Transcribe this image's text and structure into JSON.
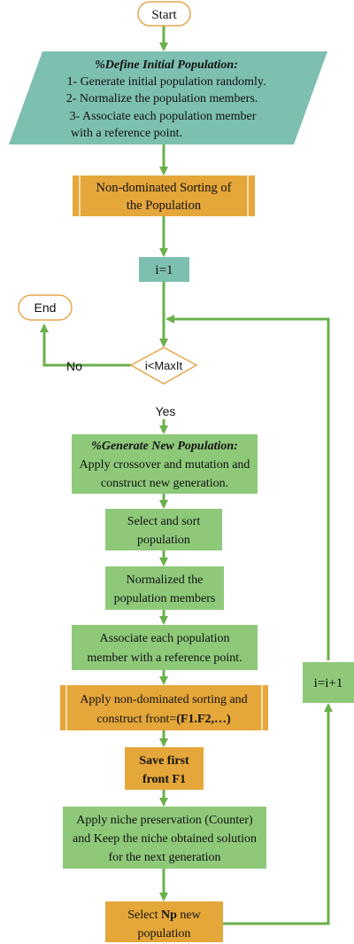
{
  "colors": {
    "line": "#6ab04c",
    "teal": "#7dbfb0",
    "green_box": "#8ec97a",
    "orange_box": "#e5a63a",
    "terminator_stroke": "#e8a64c",
    "text": "#111111"
  },
  "nodes": {
    "start": {
      "label": "Start"
    },
    "define": {
      "heading": "%Define Initial Population:",
      "lines": [
        "1- Generate initial population randomly.",
        "2- Normalize the population members.",
        "3- Associate each population member",
        "with a reference point."
      ]
    },
    "sort_initial": {
      "lines": [
        "Non-dominated Sorting of",
        "the Population"
      ]
    },
    "init_i": {
      "label": "i=1"
    },
    "end": {
      "label": "End"
    },
    "decision": {
      "label": "i<MaxIt"
    },
    "generate": {
      "heading": "%Generate New Population:",
      "lines": [
        "Apply crossover and mutation and",
        "construct new generation."
      ]
    },
    "select_sort": {
      "lines": [
        "Select and sort",
        "population"
      ]
    },
    "normalize": {
      "lines": [
        "Normalized the",
        "population members"
      ]
    },
    "associate": {
      "lines": [
        "Associate each population",
        "member with a reference point."
      ]
    },
    "nds": {
      "line1": "Apply non-dominated sorting and",
      "line2_prefix": "construct front=",
      "line2_bold": "(F1.F2,…)"
    },
    "save_front": {
      "lines": [
        "Save first",
        "front F1"
      ]
    },
    "niche": {
      "lines": [
        "Apply niche preservation (Counter)",
        "and Keep the niche obtained solution",
        "for the next generation"
      ]
    },
    "select_np": {
      "prefix": "Select ",
      "bold": "Np",
      "suffix": " new",
      "line2": "population"
    },
    "increment": {
      "label": "i=i+1"
    }
  },
  "edges": {
    "no_label": "No",
    "yes_label": "Yes"
  }
}
